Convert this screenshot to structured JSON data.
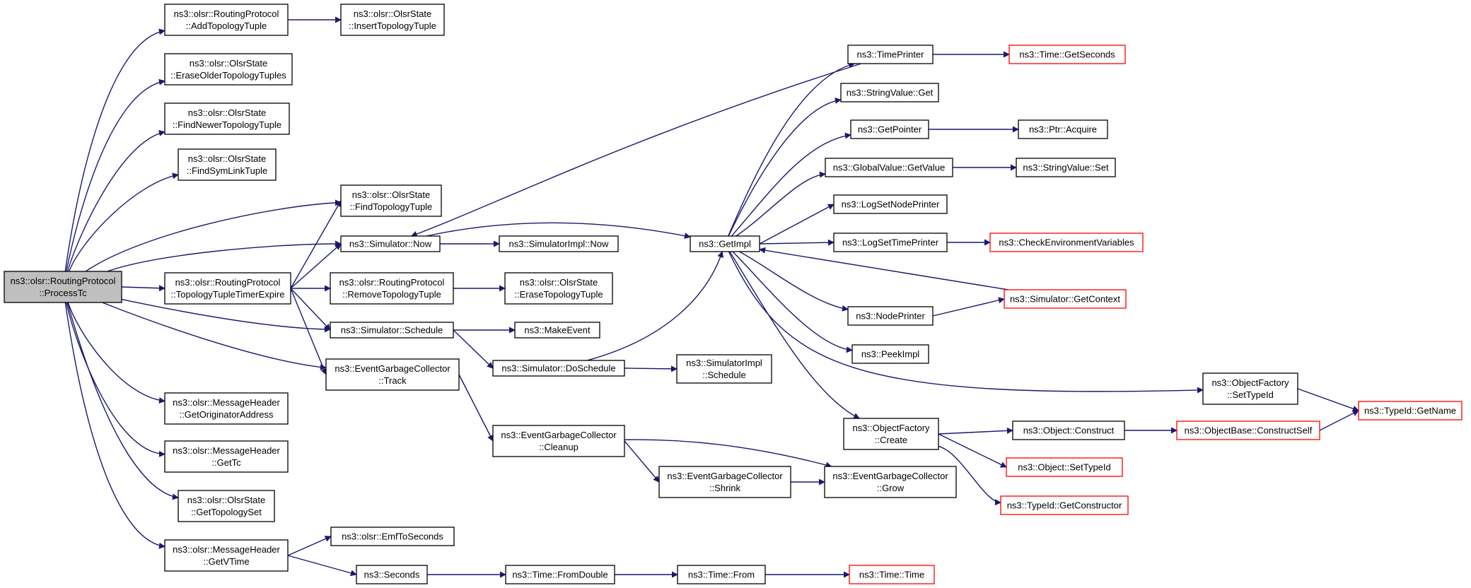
{
  "colors": {
    "edge": "#191970",
    "node_border": "#000000",
    "incomplete_border": "#ff0000",
    "root_fill": "#bfbfbf",
    "node_fill": "#ffffff"
  },
  "nodes": [
    {
      "id": "root",
      "lines": [
        "ns3::olsr::RoutingProtocol",
        "::ProcessTc"
      ],
      "style": "root"
    },
    {
      "id": "addTopo",
      "lines": [
        "ns3::olsr::RoutingProtocol",
        "::AddTopologyTuple"
      ],
      "style": "normal"
    },
    {
      "id": "insertTopo",
      "lines": [
        "ns3::olsr::OlsrState",
        "::InsertTopologyTuple"
      ],
      "style": "normal"
    },
    {
      "id": "eraseOlder",
      "lines": [
        "ns3::olsr::OlsrState",
        "::EraseOlderTopologyTuples"
      ],
      "style": "normal"
    },
    {
      "id": "findNewer",
      "lines": [
        "ns3::olsr::OlsrState",
        "::FindNewerTopologyTuple"
      ],
      "style": "normal"
    },
    {
      "id": "findSym",
      "lines": [
        "ns3::olsr::OlsrState",
        "::FindSymLinkTuple"
      ],
      "style": "normal"
    },
    {
      "id": "findTopo",
      "lines": [
        "ns3::olsr::OlsrState",
        "::FindTopologyTuple"
      ],
      "style": "normal"
    },
    {
      "id": "simNow",
      "lines": [
        "ns3::Simulator::Now"
      ],
      "style": "normal"
    },
    {
      "id": "simImplNow",
      "lines": [
        "ns3::SimulatorImpl::Now"
      ],
      "style": "normal"
    },
    {
      "id": "topoExpire",
      "lines": [
        "ns3::olsr::RoutingProtocol",
        "::TopologyTupleTimerExpire"
      ],
      "style": "normal"
    },
    {
      "id": "removeTopo",
      "lines": [
        "ns3::olsr::RoutingProtocol",
        "::RemoveTopologyTuple"
      ],
      "style": "normal"
    },
    {
      "id": "eraseTopo",
      "lines": [
        "ns3::olsr::OlsrState",
        "::EraseTopologyTuple"
      ],
      "style": "normal"
    },
    {
      "id": "simSchedule",
      "lines": [
        "ns3::Simulator::Schedule"
      ],
      "style": "normal"
    },
    {
      "id": "makeEvent",
      "lines": [
        "ns3::MakeEvent"
      ],
      "style": "normal"
    },
    {
      "id": "egcTrack",
      "lines": [
        "ns3::EventGarbageCollector",
        "::Track"
      ],
      "style": "normal"
    },
    {
      "id": "doSchedule",
      "lines": [
        "ns3::Simulator::DoSchedule"
      ],
      "style": "normal"
    },
    {
      "id": "simImplSchedule",
      "lines": [
        "ns3::SimulatorImpl",
        "::Schedule"
      ],
      "style": "normal"
    },
    {
      "id": "getOrig",
      "lines": [
        "ns3::olsr::MessageHeader",
        "::GetOriginatorAddress"
      ],
      "style": "normal"
    },
    {
      "id": "getTc",
      "lines": [
        "ns3::olsr::MessageHeader",
        "::GetTc"
      ],
      "style": "normal"
    },
    {
      "id": "getTopoSet",
      "lines": [
        "ns3::olsr::OlsrState",
        "::GetTopologySet"
      ],
      "style": "normal"
    },
    {
      "id": "getVTime",
      "lines": [
        "ns3::olsr::MessageHeader",
        "::GetVTime"
      ],
      "style": "normal"
    },
    {
      "id": "emfToSec",
      "lines": [
        "ns3::olsr::EmfToSeconds"
      ],
      "style": "normal"
    },
    {
      "id": "seconds",
      "lines": [
        "ns3::Seconds"
      ],
      "style": "normal"
    },
    {
      "id": "fromDouble",
      "lines": [
        "ns3::Time::FromDouble"
      ],
      "style": "normal"
    },
    {
      "id": "timeFrom",
      "lines": [
        "ns3::Time::From"
      ],
      "style": "normal"
    },
    {
      "id": "timeTime",
      "lines": [
        "ns3::Time::Time"
      ],
      "style": "incomplete"
    },
    {
      "id": "egcCleanup",
      "lines": [
        "ns3::EventGarbageCollector",
        "::Cleanup"
      ],
      "style": "normal"
    },
    {
      "id": "egcShrink",
      "lines": [
        "ns3::EventGarbageCollector",
        "::Shrink"
      ],
      "style": "normal"
    },
    {
      "id": "egcGrow",
      "lines": [
        "ns3::EventGarbageCollector",
        "::Grow"
      ],
      "style": "normal"
    },
    {
      "id": "getImpl",
      "lines": [
        "ns3::GetImpl"
      ],
      "style": "normal"
    },
    {
      "id": "timePrinter",
      "lines": [
        "ns3::TimePrinter"
      ],
      "style": "normal"
    },
    {
      "id": "getSeconds",
      "lines": [
        "ns3::Time::GetSeconds"
      ],
      "style": "incomplete"
    },
    {
      "id": "strGet",
      "lines": [
        "ns3::StringValue::Get"
      ],
      "style": "normal"
    },
    {
      "id": "getPointer",
      "lines": [
        "ns3::GetPointer"
      ],
      "style": "normal"
    },
    {
      "id": "ptrAcquire",
      "lines": [
        "ns3::Ptr::Acquire"
      ],
      "style": "normal"
    },
    {
      "id": "gvGetValue",
      "lines": [
        "ns3::GlobalValue::GetValue"
      ],
      "style": "normal"
    },
    {
      "id": "strSet",
      "lines": [
        "ns3::StringValue::Set"
      ],
      "style": "normal"
    },
    {
      "id": "logNode",
      "lines": [
        "ns3::LogSetNodePrinter"
      ],
      "style": "normal"
    },
    {
      "id": "logTime",
      "lines": [
        "ns3::LogSetTimePrinter"
      ],
      "style": "normal"
    },
    {
      "id": "checkEnv",
      "lines": [
        "ns3::CheckEnvironmentVariables"
      ],
      "style": "incomplete"
    },
    {
      "id": "getContext",
      "lines": [
        "ns3::Simulator::GetContext"
      ],
      "style": "incomplete"
    },
    {
      "id": "nodePrinter",
      "lines": [
        "ns3::NodePrinter"
      ],
      "style": "normal"
    },
    {
      "id": "peekImpl",
      "lines": [
        "ns3::PeekImpl"
      ],
      "style": "normal"
    },
    {
      "id": "ofSetTypeId",
      "lines": [
        "ns3::ObjectFactory",
        "::SetTypeId"
      ],
      "style": "normal"
    },
    {
      "id": "typeGetName",
      "lines": [
        "ns3::TypeId::GetName"
      ],
      "style": "incomplete"
    },
    {
      "id": "ofCreate",
      "lines": [
        "ns3::ObjectFactory",
        "::Create"
      ],
      "style": "normal"
    },
    {
      "id": "objConstruct",
      "lines": [
        "ns3::Object::Construct"
      ],
      "style": "normal"
    },
    {
      "id": "constructSelf",
      "lines": [
        "ns3::ObjectBase::ConstructSelf"
      ],
      "style": "incomplete"
    },
    {
      "id": "objSetTypeId",
      "lines": [
        "ns3::Object::SetTypeId"
      ],
      "style": "incomplete"
    },
    {
      "id": "getConstructor",
      "lines": [
        "ns3::TypeId::GetConstructor"
      ],
      "style": "incomplete"
    }
  ],
  "edges": [
    {
      "from": "root",
      "to": "addTopo"
    },
    {
      "from": "root",
      "to": "eraseOlder"
    },
    {
      "from": "root",
      "to": "findNewer"
    },
    {
      "from": "root",
      "to": "findSym"
    },
    {
      "from": "root",
      "to": "findTopo"
    },
    {
      "from": "root",
      "to": "simNow"
    },
    {
      "from": "root",
      "to": "topoExpire"
    },
    {
      "from": "root",
      "to": "simSchedule"
    },
    {
      "from": "root",
      "to": "egcTrack"
    },
    {
      "from": "root",
      "to": "getOrig"
    },
    {
      "from": "root",
      "to": "getTc"
    },
    {
      "from": "root",
      "to": "getTopoSet"
    },
    {
      "from": "root",
      "to": "getVTime"
    },
    {
      "from": "addTopo",
      "to": "insertTopo"
    },
    {
      "from": "topoExpire",
      "to": "findTopo"
    },
    {
      "from": "topoExpire",
      "to": "simNow"
    },
    {
      "from": "topoExpire",
      "to": "removeTopo"
    },
    {
      "from": "topoExpire",
      "to": "simSchedule"
    },
    {
      "from": "topoExpire",
      "to": "egcTrack"
    },
    {
      "from": "removeTopo",
      "to": "eraseTopo"
    },
    {
      "from": "simNow",
      "to": "simImplNow"
    },
    {
      "from": "simNow",
      "to": "getImpl"
    },
    {
      "from": "simSchedule",
      "to": "makeEvent"
    },
    {
      "from": "simSchedule",
      "to": "doSchedule"
    },
    {
      "from": "doSchedule",
      "to": "getImpl"
    },
    {
      "from": "doSchedule",
      "to": "simImplSchedule"
    },
    {
      "from": "egcTrack",
      "to": "egcCleanup"
    },
    {
      "from": "egcCleanup",
      "to": "egcShrink"
    },
    {
      "from": "egcCleanup",
      "to": "egcGrow"
    },
    {
      "from": "egcShrink",
      "to": "egcGrow"
    },
    {
      "from": "getVTime",
      "to": "emfToSec"
    },
    {
      "from": "getVTime",
      "to": "seconds"
    },
    {
      "from": "seconds",
      "to": "fromDouble"
    },
    {
      "from": "fromDouble",
      "to": "timeFrom"
    },
    {
      "from": "timeFrom",
      "to": "timeTime"
    },
    {
      "from": "getImpl",
      "to": "timePrinter"
    },
    {
      "from": "getImpl",
      "to": "strGet"
    },
    {
      "from": "getImpl",
      "to": "getPointer"
    },
    {
      "from": "getImpl",
      "to": "gvGetValue"
    },
    {
      "from": "getImpl",
      "to": "logNode"
    },
    {
      "from": "getImpl",
      "to": "logTime"
    },
    {
      "from": "getImpl",
      "to": "nodePrinter"
    },
    {
      "from": "getImpl",
      "to": "peekImpl"
    },
    {
      "from": "getImpl",
      "to": "ofSetTypeId"
    },
    {
      "from": "getImpl",
      "to": "ofCreate"
    },
    {
      "from": "timePrinter",
      "to": "simNow"
    },
    {
      "from": "timePrinter",
      "to": "getSeconds"
    },
    {
      "from": "getPointer",
      "to": "ptrAcquire"
    },
    {
      "from": "gvGetValue",
      "to": "strSet"
    },
    {
      "from": "logTime",
      "to": "checkEnv"
    },
    {
      "from": "nodePrinter",
      "to": "getContext"
    },
    {
      "from": "getContext",
      "to": "getImpl"
    },
    {
      "from": "ofSetTypeId",
      "to": "typeGetName"
    },
    {
      "from": "ofCreate",
      "to": "objConstruct"
    },
    {
      "from": "ofCreate",
      "to": "objSetTypeId"
    },
    {
      "from": "ofCreate",
      "to": "getConstructor"
    },
    {
      "from": "objConstruct",
      "to": "constructSelf"
    },
    {
      "from": "constructSelf",
      "to": "typeGetName"
    }
  ]
}
